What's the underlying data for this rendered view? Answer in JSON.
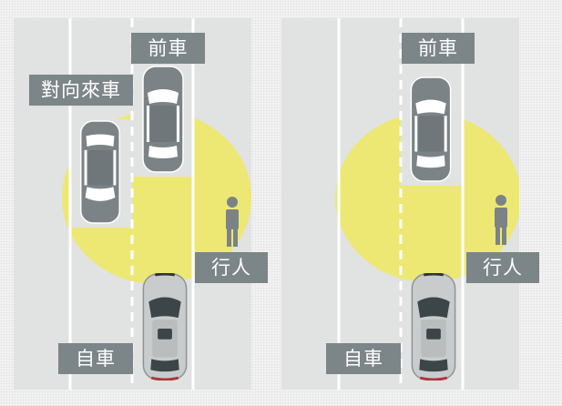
{
  "colors": {
    "road": "#e1e2e2",
    "lane_line": "#ffffff",
    "detection_zone": "#ede874",
    "label_bg": "#7c8588",
    "car_dark": "#7b8386",
    "car_ego": "#c9cccd"
  },
  "left_panel": {
    "labels": {
      "front_car": "前車",
      "oncoming_car": "對向來車",
      "pedestrian": "行人",
      "ego_car": "自車"
    }
  },
  "right_panel": {
    "labels": {
      "front_car": "前車",
      "pedestrian": "行人",
      "ego_car": "自車"
    }
  }
}
